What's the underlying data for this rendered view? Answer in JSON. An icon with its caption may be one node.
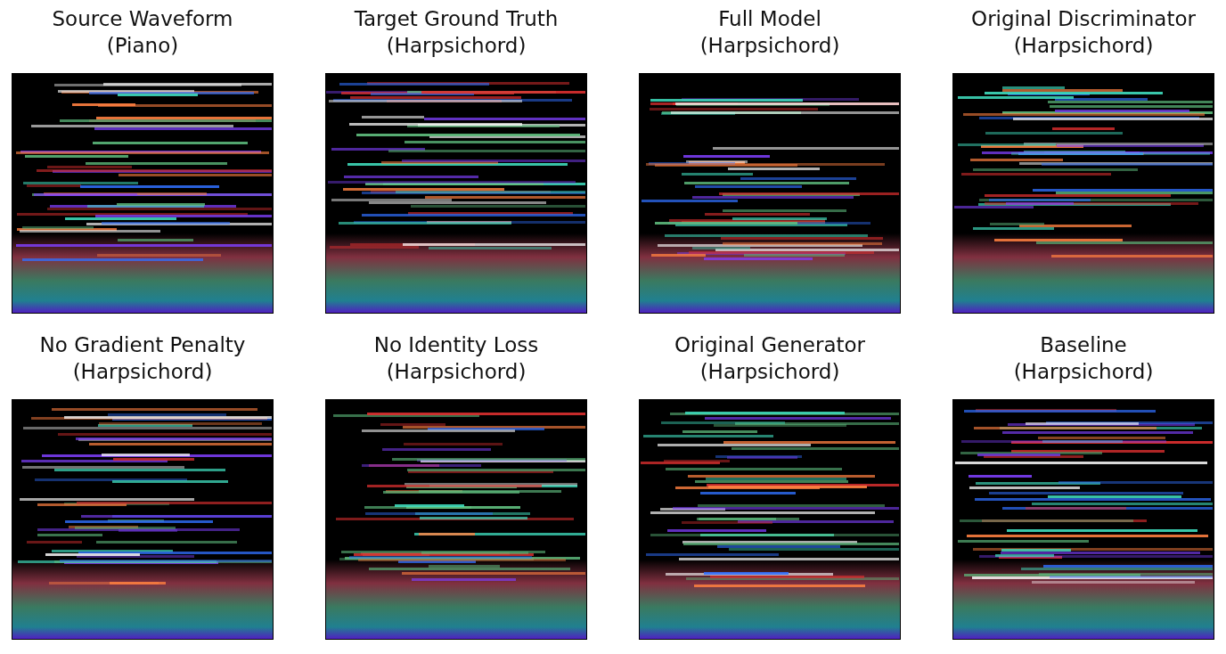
{
  "diagram": {
    "nodes": [
      {
        "text": [
          "Source Waveform",
          "(Piano)"
        ]
      },
      {
        "text": [
          "Target Ground Truth",
          "(Harpsichord)"
        ]
      },
      {
        "text": [
          "Full Model",
          "(Harpsichord)"
        ]
      },
      {
        "text": [
          "Original Discriminator",
          "(Harpsichord)"
        ]
      },
      {
        "text": [
          "No Gradient Penalty",
          "(Harpsichord)"
        ]
      },
      {
        "text": [
          "No Identity Loss",
          "(Harpsichord)"
        ]
      },
      {
        "text": [
          "Original Generator",
          "(Harpsichord)"
        ]
      },
      {
        "text": [
          "Baseline",
          "(Harpsichord)"
        ]
      }
    ]
  }
}
